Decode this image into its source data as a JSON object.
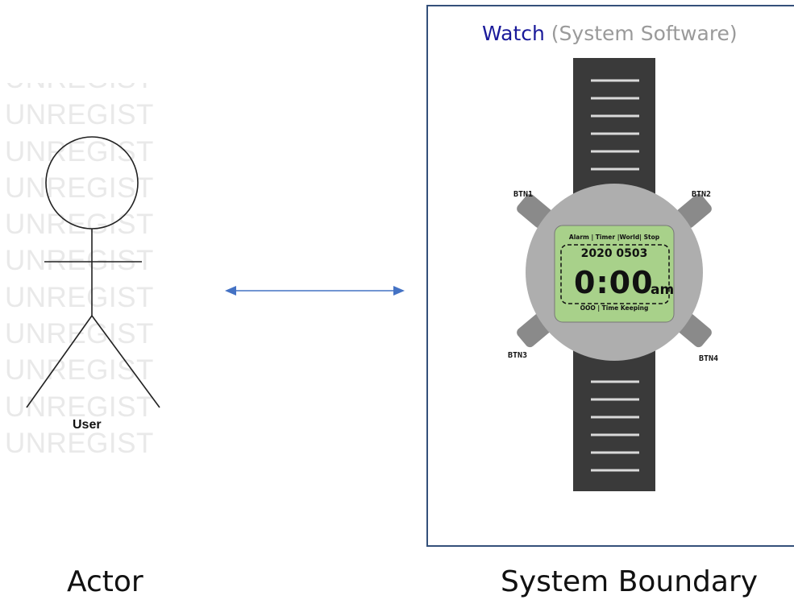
{
  "watermark_rows": [
    "UNREGIST",
    "UNREGIST",
    "UNREGIST",
    "UNREGIST",
    "UNREGIST",
    "UNREGIST",
    "UNREGIST",
    "UNREGIST",
    "UNREGIST",
    "UNREGIST",
    "UNREGIST"
  ],
  "actor": {
    "name": "User",
    "caption": "Actor"
  },
  "boundary": {
    "caption": "System Boundary",
    "title_main": "Watch",
    "title_sub": "(System Software)"
  },
  "watch": {
    "buttons": {
      "btn1": "BTN1",
      "btn2": "BTN2",
      "btn3": "BTN3",
      "btn4": "BTN4"
    },
    "modes": "Alarm | Timer |World| Stop",
    "date": "2020 0503",
    "time": "0:00",
    "ampm": "am",
    "status": "OOO | Time Keeping"
  },
  "colors": {
    "boundary_border": "#34507a",
    "arrow": "#4472c4",
    "title_main": "#1a1a9a",
    "title_sub": "#9a9a9a",
    "strap": "#3a3a3a",
    "case": "#aeaeae",
    "lcd": "#a8d18a"
  }
}
